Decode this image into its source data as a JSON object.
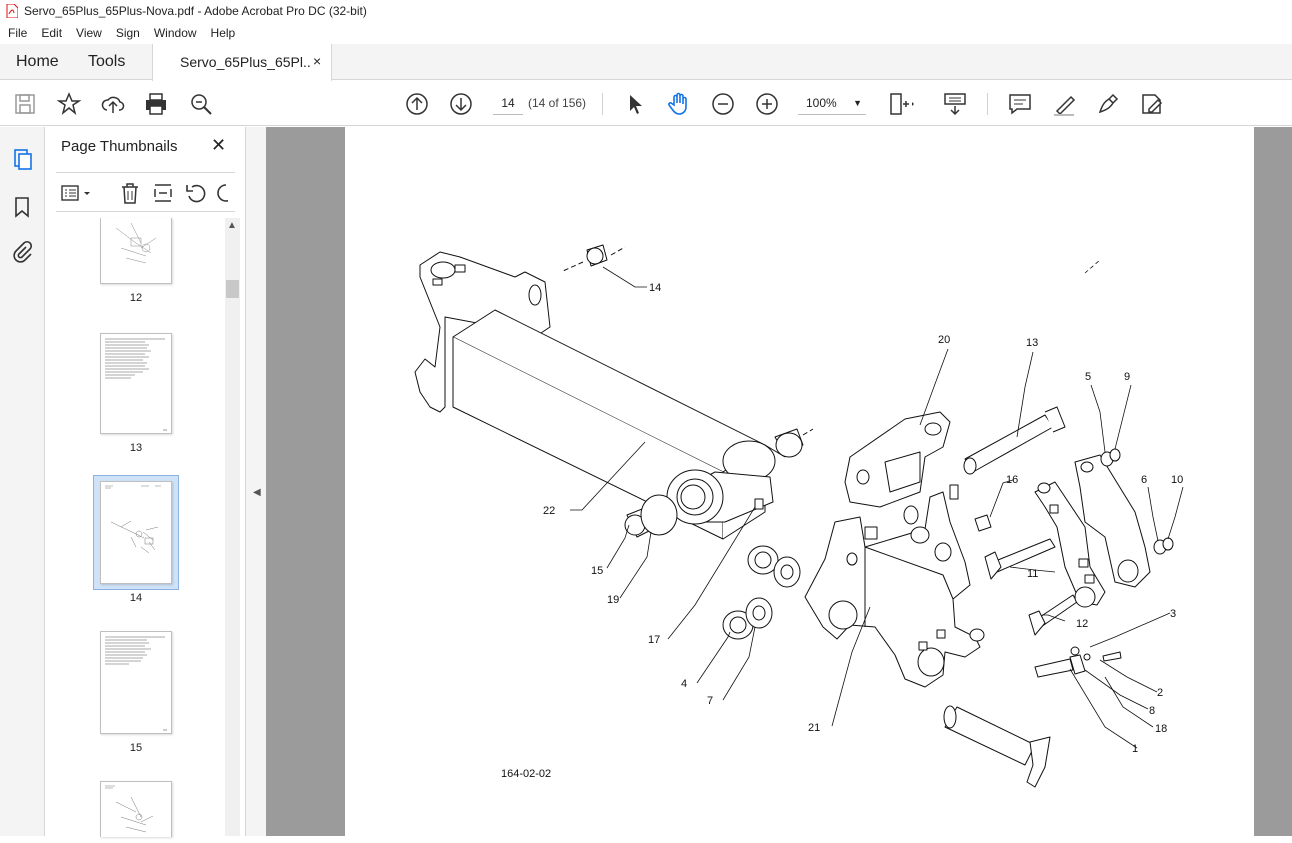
{
  "window": {
    "title": "Servo_65Plus_65Plus-Nova.pdf - Adobe Acrobat Pro DC (32-bit)"
  },
  "menu": [
    "File",
    "Edit",
    "View",
    "Sign",
    "Window",
    "Help"
  ],
  "tabs": {
    "home": "Home",
    "tools": "Tools",
    "document": "Servo_65Plus_65Pl...",
    "close": "×"
  },
  "toolbar": {
    "page_number": "14",
    "page_of": "(14 of 156)",
    "zoom": "100%",
    "icons": [
      "save-icon",
      "bookmark-star-icon",
      "upload-icon",
      "print-icon",
      "search-zoom-icon",
      "page-up-icon",
      "page-down-icon",
      "select-cursor-icon",
      "hand-tool-icon",
      "zoom-out-icon",
      "zoom-in-icon",
      "page-fit-icon",
      "scroll-mode-icon",
      "comment-icon",
      "highlight-icon",
      "sign-pen-icon",
      "edit-share-icon"
    ]
  },
  "thumbnail_panel": {
    "title": "Page Thumbnails",
    "close": "✕",
    "pages": [
      {
        "label": "12"
      },
      {
        "label": "13"
      },
      {
        "label": "14",
        "selected": true
      },
      {
        "label": "15"
      }
    ]
  },
  "document": {
    "figure_code": "164-02-02",
    "callouts": [
      "14",
      "20",
      "13",
      "5",
      "9",
      "22",
      "16",
      "6",
      "10",
      "15",
      "11",
      "19",
      "12",
      "3",
      "17",
      "4",
      "2",
      "7",
      "8",
      "21",
      "18",
      "1"
    ]
  }
}
